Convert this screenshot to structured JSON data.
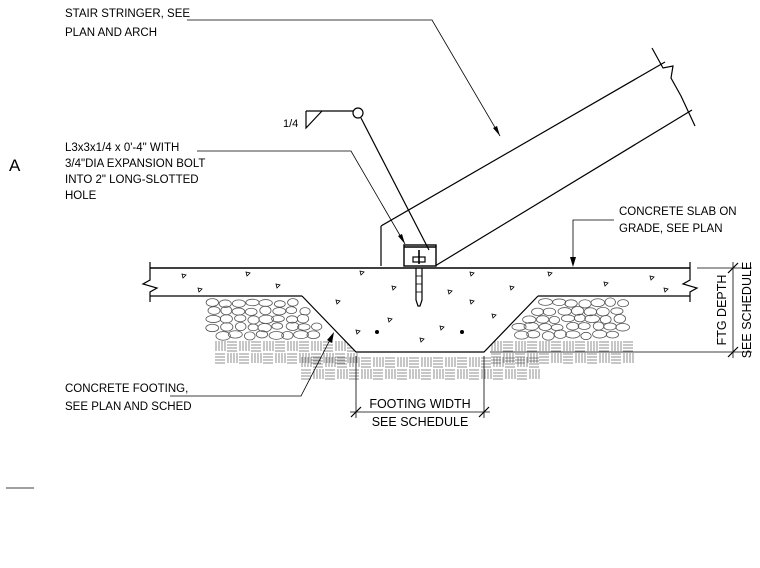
{
  "detail_mark": "A",
  "callouts": {
    "stringer": [
      "STAIR STRINGER, SEE",
      "PLAN AND ARCH"
    ],
    "angle": [
      "L3x3x1/4 x 0'-4\" WITH",
      "3/4\"DIA EXPANSION BOLT",
      "INTO 2\" LONG-SLOTTED",
      "HOLE"
    ],
    "slab": [
      "CONCRETE SLAB ON",
      "GRADE, SEE PLAN"
    ],
    "footing": [
      "CONCRETE FOOTING,",
      "SEE PLAN AND SCHED"
    ]
  },
  "weld_symbol": {
    "size": "1/4"
  },
  "dimensions": {
    "footing_width": [
      "FOOTING WIDTH",
      "SEE SCHEDULE"
    ],
    "ftg_depth": [
      "FTG DEPTH",
      "SEE SCHEDULE"
    ]
  }
}
